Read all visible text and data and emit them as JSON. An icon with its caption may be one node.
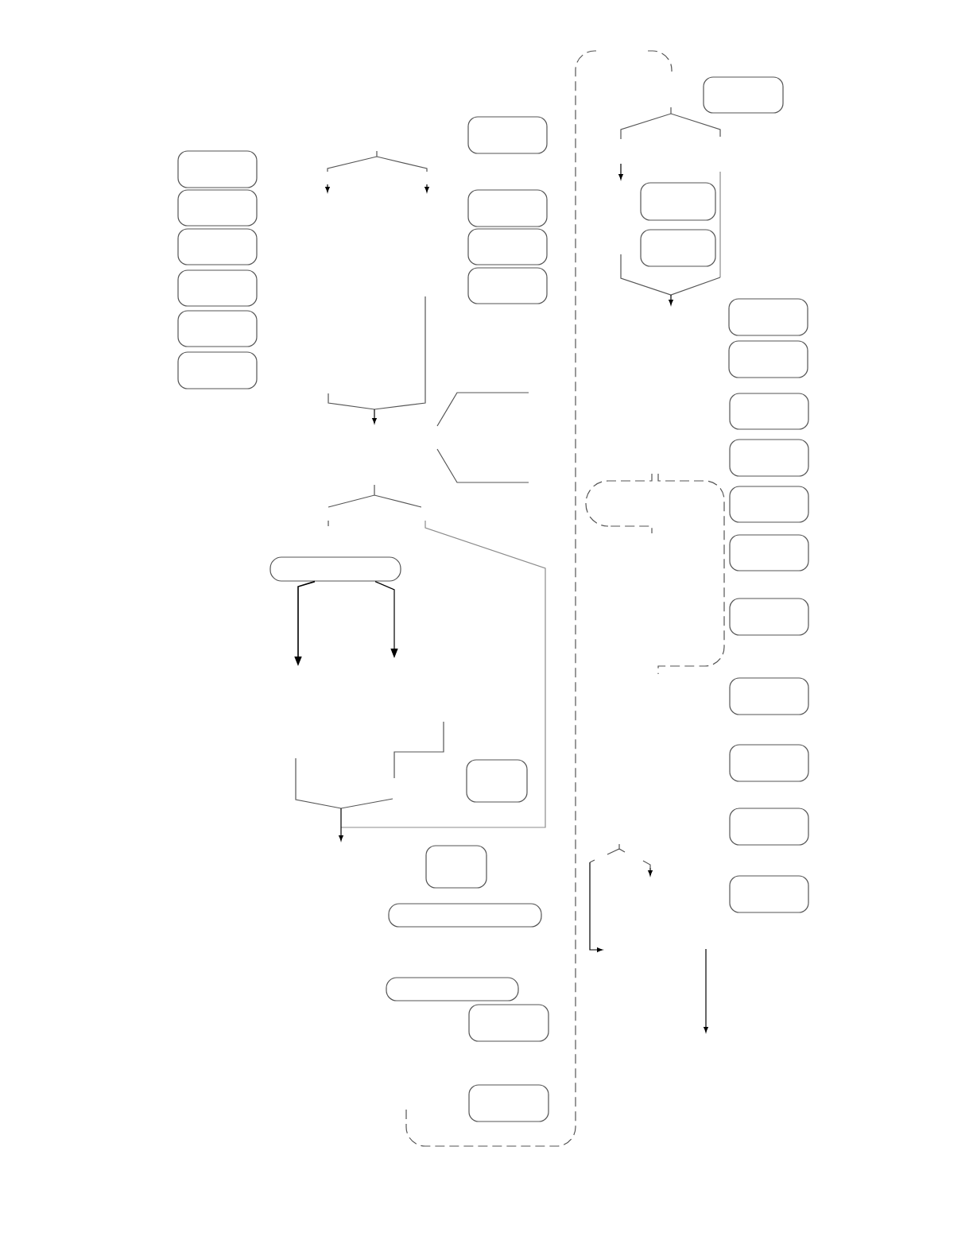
{
  "diagram": {
    "nodes": [
      {
        "text": [],
        "shape": "box"
      },
      {
        "text": [],
        "shape": "box"
      },
      {
        "text": [],
        "shape": "box"
      },
      {
        "text": [],
        "shape": "box"
      },
      {
        "text": [],
        "shape": "box"
      },
      {
        "text": [],
        "shape": "box"
      },
      {
        "text": [],
        "shape": "box"
      },
      {
        "text": [],
        "shape": "box"
      },
      {
        "text": [],
        "shape": "box"
      },
      {
        "text": [],
        "shape": "box"
      },
      {
        "text": [],
        "shape": "box"
      },
      {
        "text": [],
        "shape": "box"
      },
      {
        "text": [],
        "shape": "box"
      },
      {
        "text": [],
        "shape": "box"
      },
      {
        "text": [],
        "shape": "box"
      },
      {
        "text": [],
        "shape": "box"
      },
      {
        "text": [],
        "shape": "box"
      },
      {
        "text": [],
        "shape": "box"
      },
      {
        "text": [],
        "shape": "box"
      },
      {
        "text": [],
        "shape": "box"
      },
      {
        "text": [],
        "shape": "box"
      },
      {
        "text": [],
        "shape": "box"
      },
      {
        "text": [],
        "shape": "box"
      },
      {
        "text": [],
        "shape": "box"
      },
      {
        "text": [],
        "shape": "box"
      },
      {
        "text": [],
        "shape": "box"
      },
      {
        "text": [],
        "shape": "box"
      },
      {
        "text": [],
        "shape": "box"
      },
      {
        "text": [],
        "shape": "box"
      },
      {
        "text": [],
        "shape": "box"
      },
      {
        "text": [],
        "shape": "box"
      }
    ],
    "edges": [
      {
        "from": 10,
        "to": null,
        "arrow": "to"
      },
      {
        "from": 10,
        "to": null,
        "arrow": "to"
      }
    ]
  }
}
